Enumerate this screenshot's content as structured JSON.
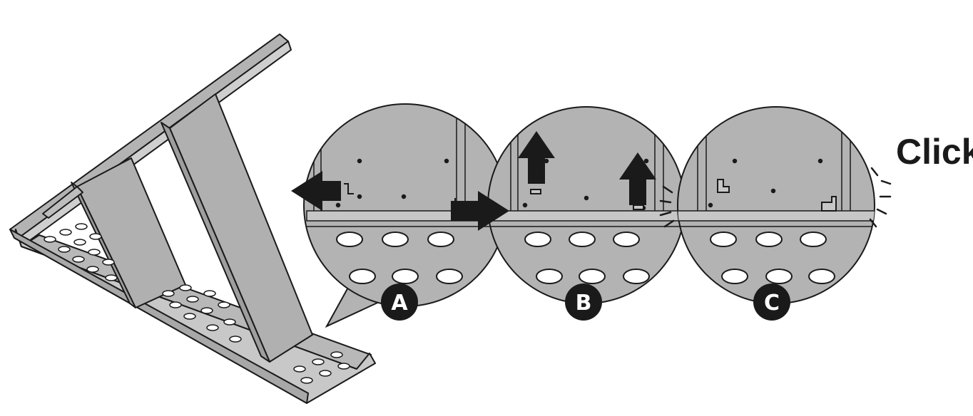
{
  "steps": [
    {
      "label": "A"
    },
    {
      "label": "B"
    },
    {
      "label": "C"
    }
  ],
  "sound_label": "Click",
  "colors": {
    "panel_fill": "#b3b3b3",
    "panel_light": "#c7c7c7",
    "ink": "#1a1a1a",
    "badge": "#1a1a1a",
    "page": "#ffffff"
  }
}
